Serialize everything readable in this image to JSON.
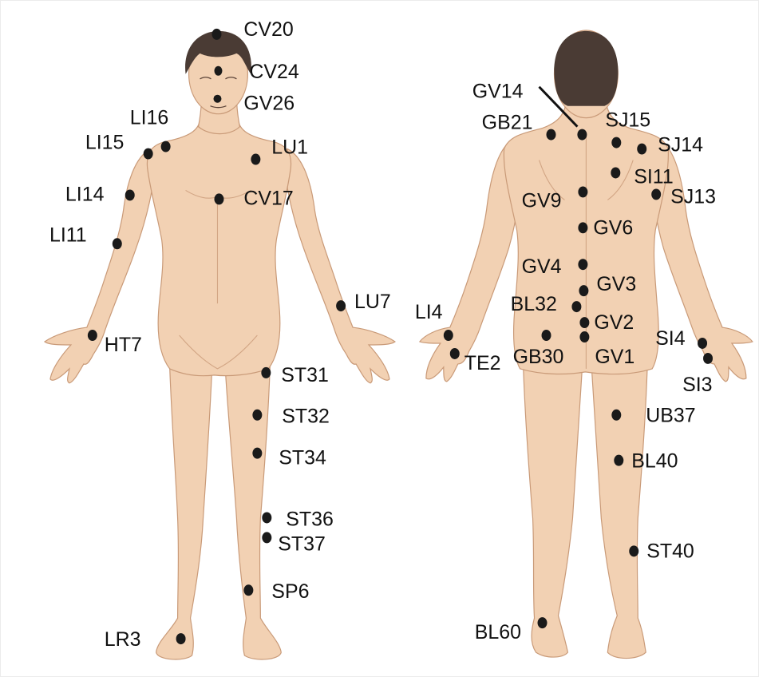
{
  "front_view": {
    "points": [
      {
        "id": "cv20",
        "label": "CV20"
      },
      {
        "id": "cv24",
        "label": "CV24"
      },
      {
        "id": "gv26",
        "label": "GV26"
      },
      {
        "id": "li16",
        "label": "LI16"
      },
      {
        "id": "li15",
        "label": "LI15"
      },
      {
        "id": "lu1",
        "label": "LU1"
      },
      {
        "id": "li14",
        "label": "LI14"
      },
      {
        "id": "cv17",
        "label": "CV17"
      },
      {
        "id": "li11",
        "label": "LI11"
      },
      {
        "id": "lu7",
        "label": "LU7"
      },
      {
        "id": "ht7",
        "label": "HT7"
      },
      {
        "id": "st31",
        "label": "ST31"
      },
      {
        "id": "st32",
        "label": "ST32"
      },
      {
        "id": "st34",
        "label": "ST34"
      },
      {
        "id": "st36",
        "label": "ST36"
      },
      {
        "id": "st37",
        "label": "ST37"
      },
      {
        "id": "sp6",
        "label": "SP6"
      },
      {
        "id": "lr3",
        "label": "LR3"
      }
    ]
  },
  "back_view": {
    "points": [
      {
        "id": "gv14",
        "label": "GV14"
      },
      {
        "id": "gb21",
        "label": "GB21"
      },
      {
        "id": "sj15",
        "label": "SJ15"
      },
      {
        "id": "sj14",
        "label": "SJ14"
      },
      {
        "id": "si11",
        "label": "SI11"
      },
      {
        "id": "sj13",
        "label": "SJ13"
      },
      {
        "id": "gv9",
        "label": "GV9"
      },
      {
        "id": "gv6",
        "label": "GV6"
      },
      {
        "id": "gv4",
        "label": "GV4"
      },
      {
        "id": "gv3",
        "label": "GV3"
      },
      {
        "id": "bl32",
        "label": "BL32"
      },
      {
        "id": "li4",
        "label": "LI4"
      },
      {
        "id": "gv2",
        "label": "GV2"
      },
      {
        "id": "si4",
        "label": "SI4"
      },
      {
        "id": "te2",
        "label": "TE2"
      },
      {
        "id": "gb30",
        "label": "GB30"
      },
      {
        "id": "gv1",
        "label": "GV1"
      },
      {
        "id": "si3",
        "label": "SI3"
      },
      {
        "id": "ub37",
        "label": "UB37"
      },
      {
        "id": "bl40",
        "label": "BL40"
      },
      {
        "id": "st40",
        "label": "ST40"
      },
      {
        "id": "bl60",
        "label": "BL60"
      }
    ]
  },
  "colors": {
    "skin": "#f2d1b3",
    "outline": "#c99a78",
    "hair": "#4a3b34",
    "point": "#1a1a1a",
    "label": "#111111"
  }
}
